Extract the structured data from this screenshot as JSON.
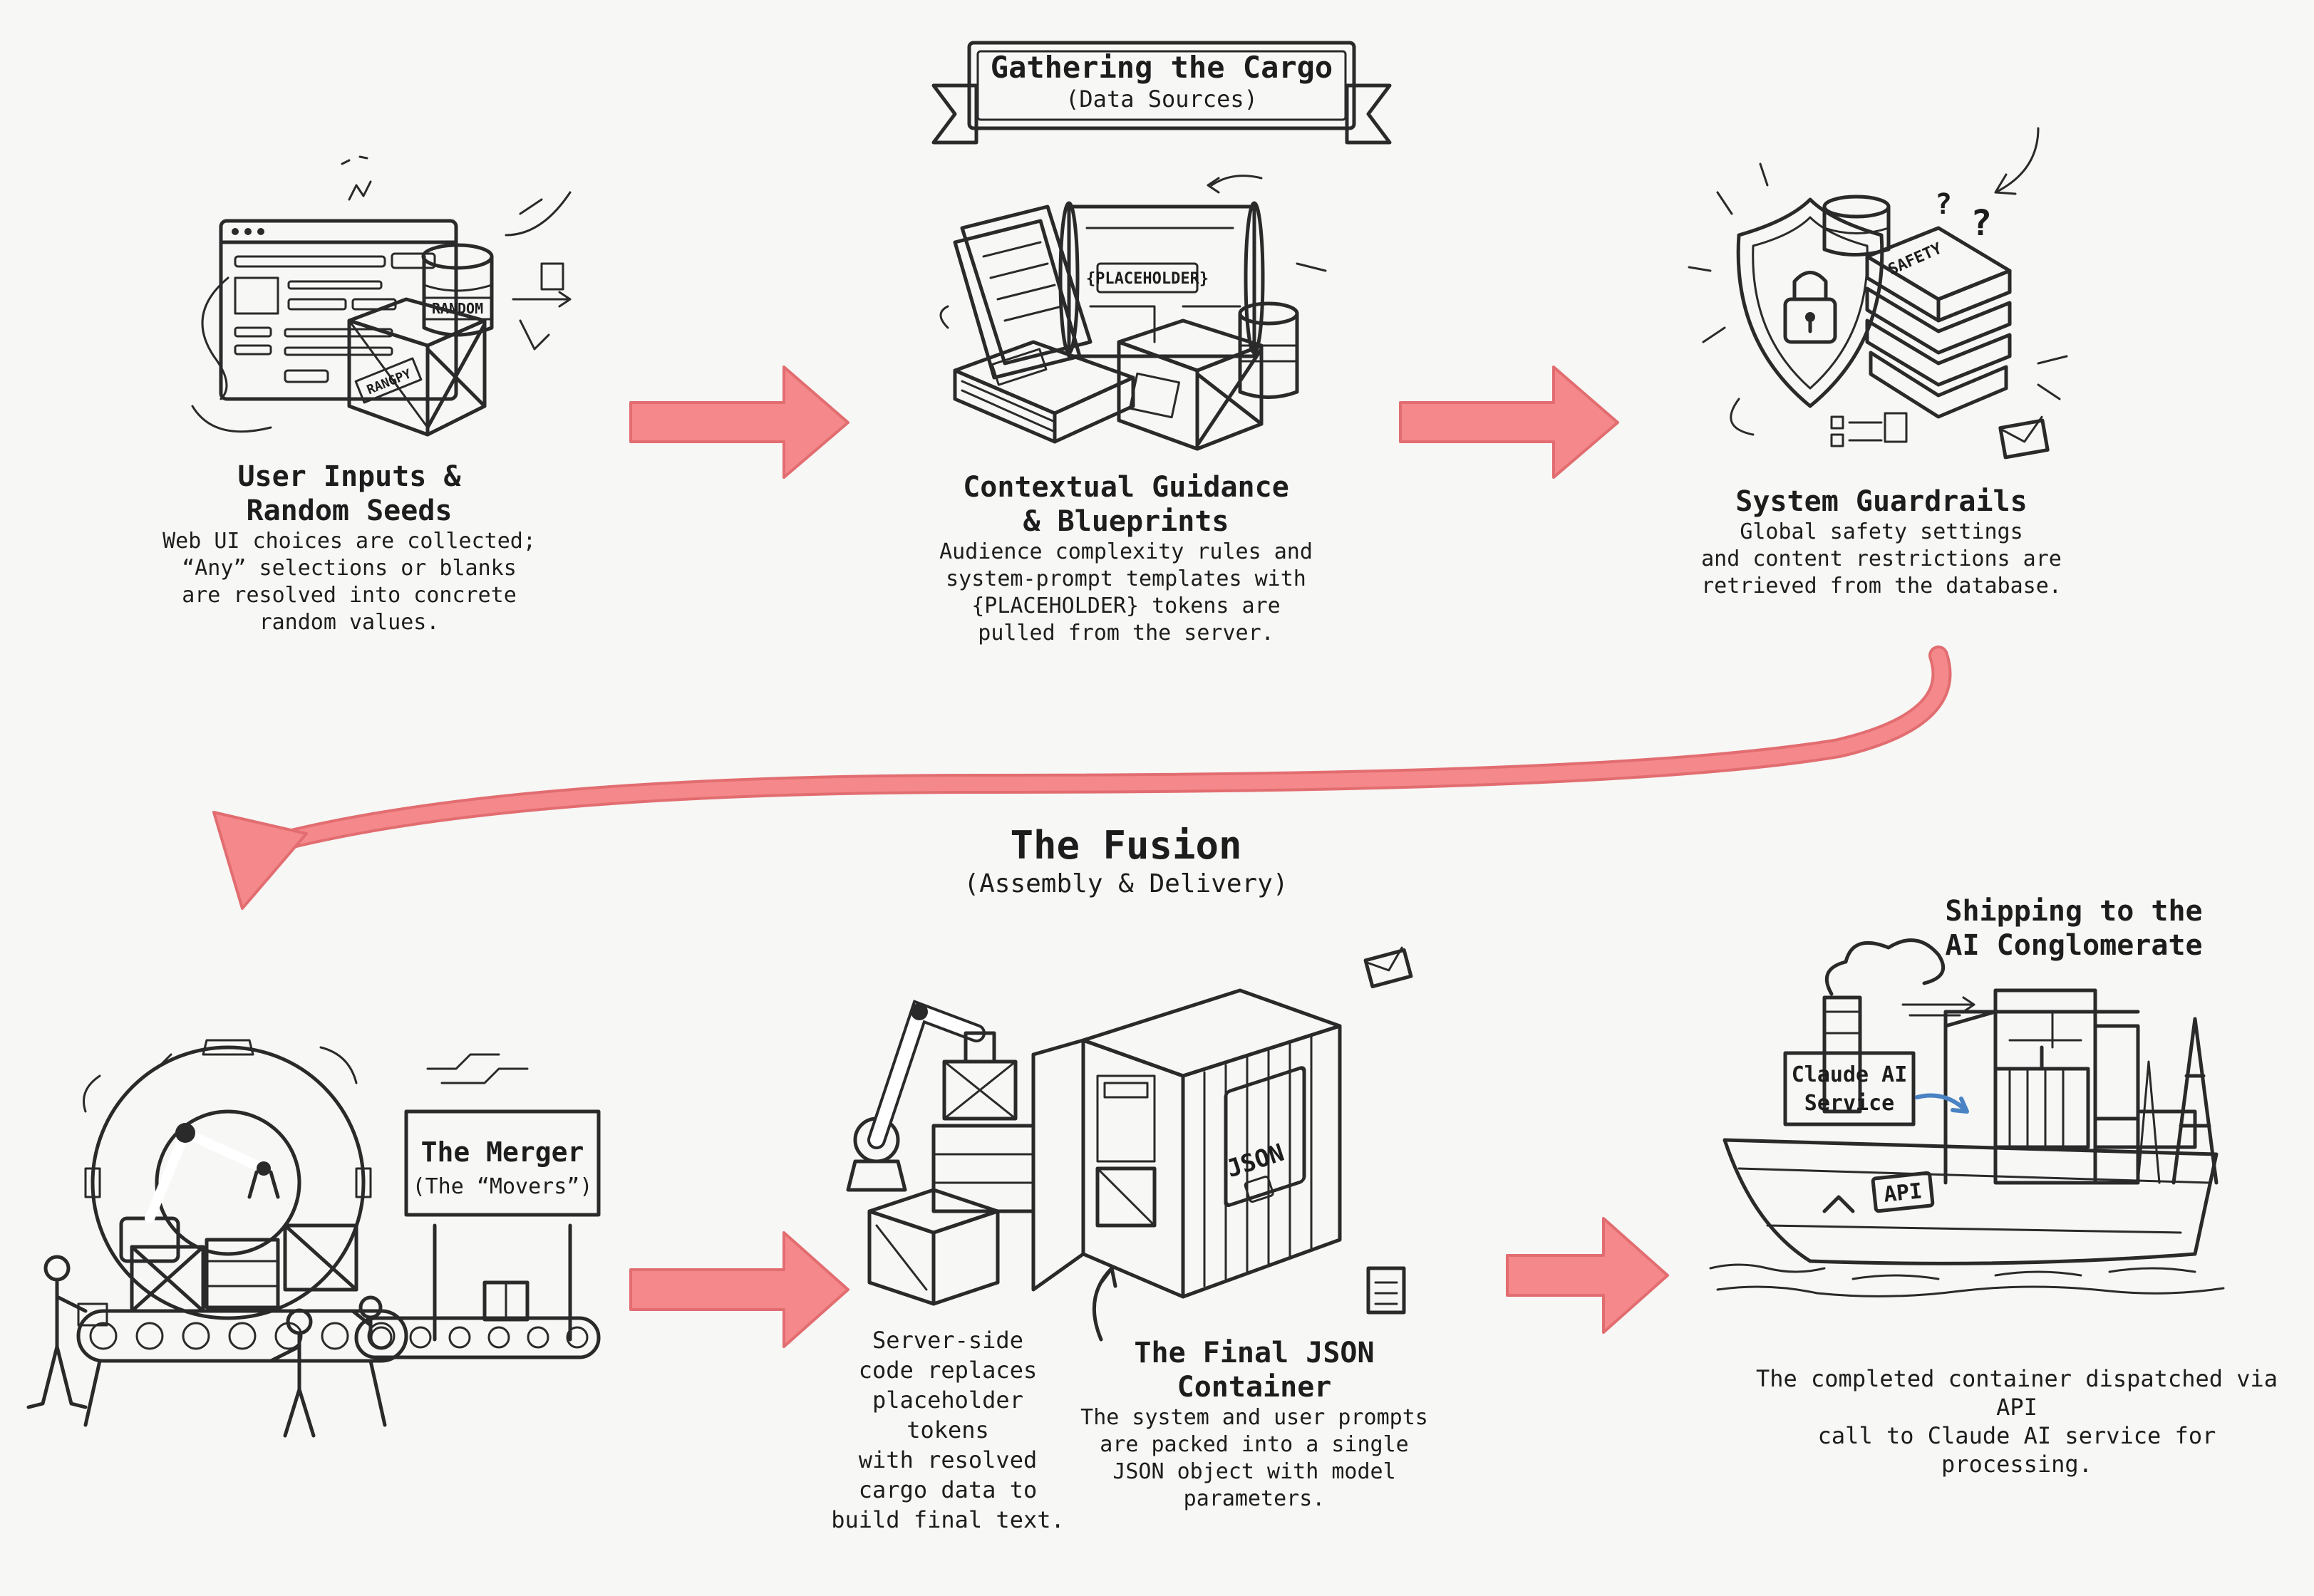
{
  "colors": {
    "background": "#f7f7f5",
    "arrow": "#f4888a",
    "arrow_stroke": "#e26d70",
    "crate_blue": "#6a9fd8",
    "crate_orange": "#e8a074",
    "ink": "#2a2a2a"
  },
  "banner": {
    "title": "Gathering the Cargo",
    "subtitle": "(Data Sources)"
  },
  "steps": [
    {
      "title_lines": [
        "User Inputs &",
        "Random Seeds"
      ],
      "desc_lines": [
        "Web UI choices are collected;",
        "“Any” selections or blanks",
        "are resolved into concrete",
        "random values."
      ],
      "labels": [
        "RANDOM",
        "RANGPY"
      ]
    },
    {
      "title_lines": [
        "Contextual Guidance",
        "& Blueprints"
      ],
      "desc_lines": [
        "Audience complexity rules and",
        "system-prompt templates with",
        "{PLACEHOLDER} tokens are",
        "pulled from the server."
      ],
      "labels": [
        "{PLACEHOLDER}"
      ]
    },
    {
      "title_lines": [
        "System Guardrails"
      ],
      "desc_lines": [
        "Global safety settings",
        "and content restrictions are",
        "retrieved from the database."
      ],
      "labels": [
        "SAFETY"
      ]
    }
  ],
  "fusion": {
    "title": "The Fusion",
    "subtitle": "(Assembly & Delivery)"
  },
  "merger": {
    "sign_title": "The Merger",
    "sign_subtitle": "(The “Movers”)",
    "desc_lines": [
      "Server-side",
      "code replaces",
      "placeholder tokens",
      "with resolved",
      "cargo data to",
      "build final text."
    ]
  },
  "container": {
    "label": "JSON",
    "title_lines": [
      "The Final JSON",
      "Container"
    ],
    "desc_lines": [
      "The system and user prompts",
      "are packed into a single",
      "JSON object with model",
      "parameters."
    ]
  },
  "shipping": {
    "title_lines": [
      "Shipping to the",
      "AI Conglomerate"
    ],
    "sign_lines": [
      "Claude AI",
      "Service"
    ],
    "ship_label": "API",
    "desc_lines": [
      "The completed container dispatched via API",
      "call to Claude AI service for processing."
    ]
  }
}
